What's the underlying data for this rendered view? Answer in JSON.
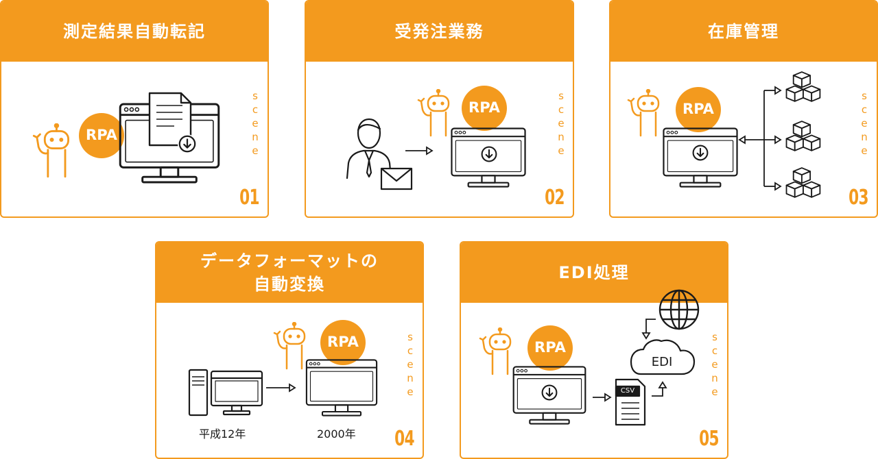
{
  "colors": {
    "accent": "#f39a1e",
    "line": "#1a1a1a",
    "background": "#ffffff"
  },
  "scenes": [
    {
      "title": "測定結果自動転記",
      "word": "scene",
      "number": "01"
    },
    {
      "title": "受発注業務",
      "word": "scene",
      "number": "02"
    },
    {
      "title": "在庫管理",
      "word": "scene",
      "number": "03"
    },
    {
      "title": "データフォーマットの",
      "title_line2": "自動変換",
      "word": "scene",
      "number": "04"
    },
    {
      "title": "EDI処理",
      "word": "scene",
      "number": "05"
    }
  ],
  "rpa_label": "RPA",
  "scene4": {
    "old_label": "平成12年",
    "new_label": "2000年"
  },
  "scene5": {
    "csv_label": "CSV",
    "edi_label": "EDI"
  },
  "icons": [
    "robot-icon",
    "monitor-icon",
    "document-icon",
    "download-icon",
    "businessman-icon",
    "envelope-icon",
    "boxes-icon",
    "desktop-tower-icon",
    "globe-icon",
    "cloud-icon",
    "csv-file-icon",
    "arrow-icon"
  ]
}
